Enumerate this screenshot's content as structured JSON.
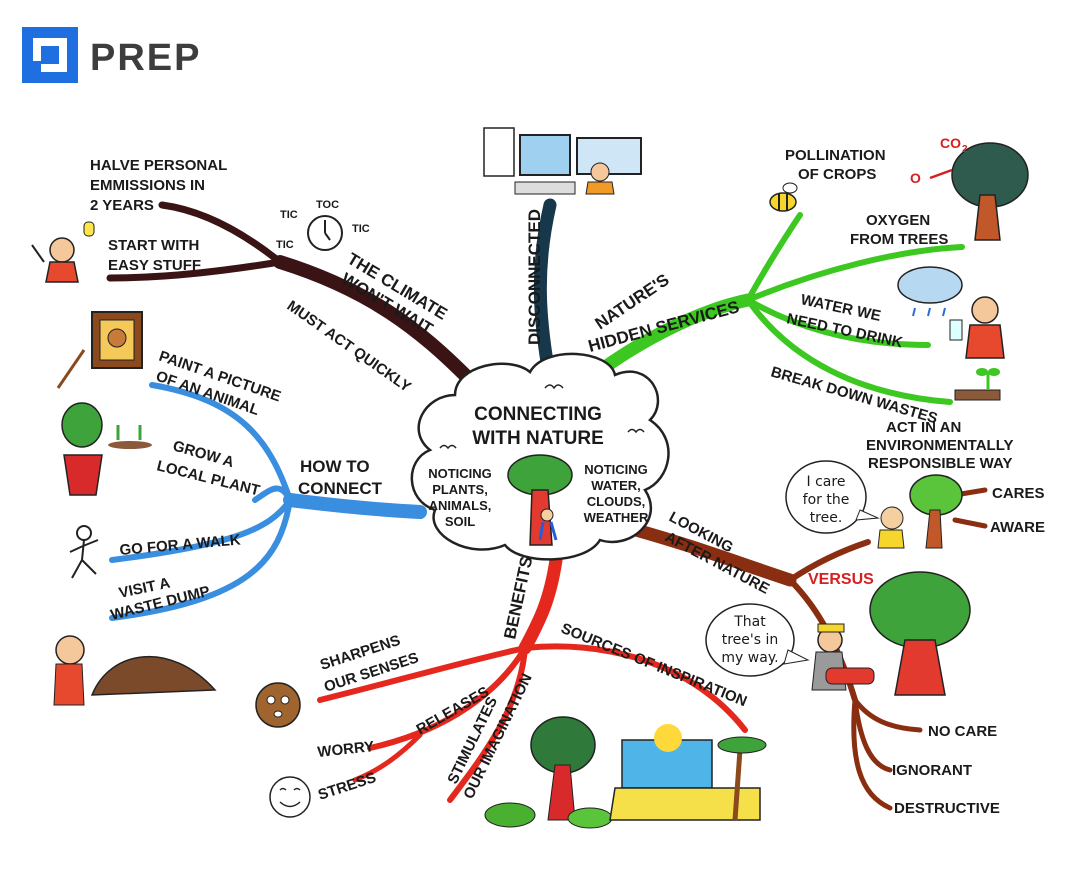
{
  "logo": {
    "text": "PREP",
    "color": "#1f6fe0"
  },
  "center": {
    "title_lines": [
      "CONNECTING",
      "WITH NATURE"
    ],
    "left_note": [
      "NOTICING",
      "PLANTS,",
      "ANIMALS,",
      "SOIL"
    ],
    "right_note": [
      "NOTICING",
      "WATER,",
      "CLOUDS,",
      "WEATHER"
    ]
  },
  "branches": {
    "climate": {
      "color": "#3a1414",
      "title": [
        "THE CLIMATE",
        "WON'T WAIT"
      ],
      "must_act": "MUST ACT QUICKLY",
      "halve": [
        "HALVE PERSONAL",
        "EMMISSIONS IN",
        "2 YEARS"
      ],
      "start": [
        "START WITH",
        "EASY STUFF"
      ],
      "clock": [
        "TIC",
        "TOC",
        "TIC",
        "TIC"
      ]
    },
    "disconnected": {
      "color": "#16384a",
      "title": "DISCONNECTED"
    },
    "services": {
      "color": "#3cc821",
      "title": [
        "NATURE'S",
        "HIDDEN SERVICES"
      ],
      "pollination": [
        "POLLINATION",
        "OF CROPS"
      ],
      "oxygen": [
        "OXYGEN",
        "FROM TREES"
      ],
      "water": [
        "WATER WE",
        "NEED TO DRINK"
      ],
      "wastes": "BREAK DOWN WASTES",
      "co2": "CO",
      "co2_sub": "2",
      "o": "O"
    },
    "connect": {
      "color": "#3a8ee0",
      "title": [
        "HOW TO",
        "CONNECT"
      ],
      "paint": [
        "PAINT A PICTURE",
        "OF AN ANIMAL"
      ],
      "grow": [
        "GROW A",
        "LOCAL PLANT"
      ],
      "walk": "GO FOR A WALK",
      "dump": [
        "VISIT A",
        "WASTE DUMP"
      ]
    },
    "looking": {
      "color": "#8a2e12",
      "title": [
        "LOOKING",
        "AFTER NATURE"
      ],
      "act": [
        "ACT IN AN",
        "ENVIRONMENTALLY",
        "RESPONSIBLE WAY"
      ],
      "cares": "CARES",
      "aware": "AWARE",
      "versus": "VERSUS",
      "speech_care": [
        "I care",
        "for the",
        "tree."
      ],
      "speech_way": [
        "That",
        "tree's in",
        "my way."
      ],
      "no_care": "NO CARE",
      "ignorant": "IGNORANT",
      "destructive": "DESTRUCTIVE"
    },
    "benefits": {
      "color": "#e4281e",
      "title": "BENEFITS",
      "sharpens": [
        "SHARPENS",
        "OUR SENSES"
      ],
      "releases": "RELEASES",
      "worry": "WORRY",
      "stress": "STRESS",
      "stimulates": [
        "STIMULATES",
        "OUR IMAGINATION"
      ],
      "sources": "SOURCES OF INSPIRATION"
    }
  }
}
